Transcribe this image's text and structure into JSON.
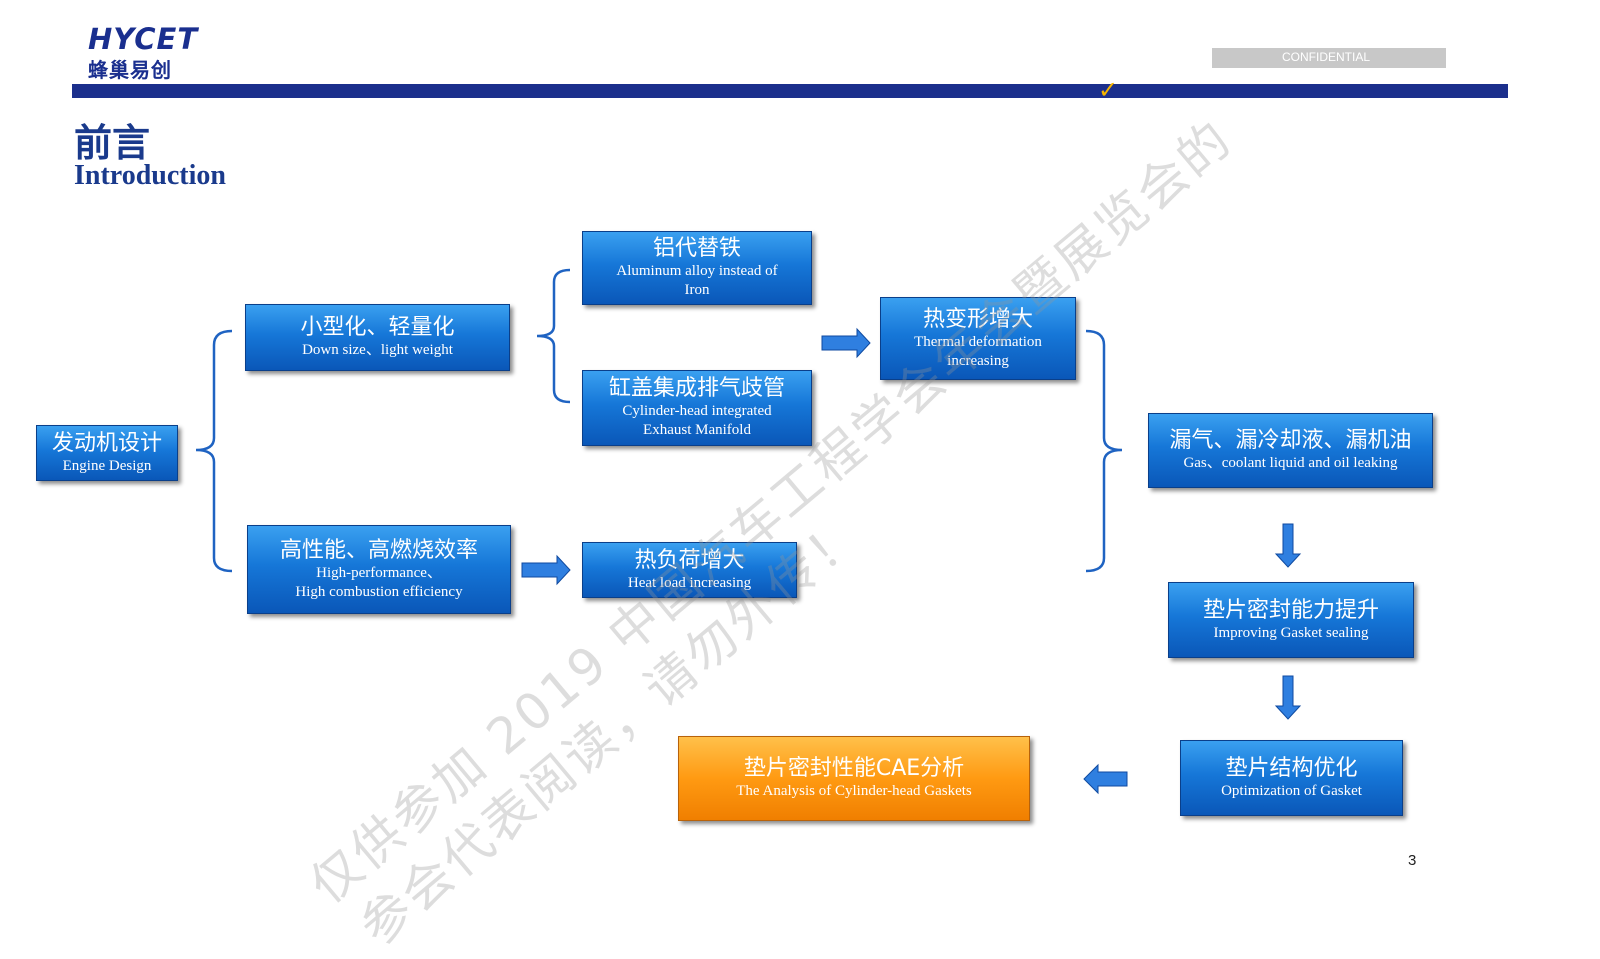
{
  "header": {
    "logo_en": "HYCET",
    "logo_cn": "蜂巢易创",
    "confidential": "CONFIDENTIAL",
    "title_cn": "前言",
    "title_en": "Introduction",
    "page_number": "3"
  },
  "colors": {
    "brand_blue": "#1b2f8c",
    "box_blue": "#1677d8",
    "box_orange": "#ff9a12",
    "connector_blue": "#1f63c2"
  },
  "nodes": {
    "engine": {
      "cn": "发动机设计",
      "en": "Engine Design"
    },
    "downsize": {
      "cn": "小型化、轻量化",
      "en": "Down size、light weight"
    },
    "perf": {
      "cn": "高性能、高燃烧效率",
      "en1": "High-performance、",
      "en2": "High combustion efficiency"
    },
    "aluminum": {
      "cn": "铝代替铁",
      "en1": "Aluminum alloy instead of",
      "en2": "Iron"
    },
    "manifold": {
      "cn": "缸盖集成排气歧管",
      "en1": "Cylinder-head integrated",
      "en2": "Exhaust Manifold"
    },
    "heatload": {
      "cn": "热负荷增大",
      "en": "Heat load increasing"
    },
    "thermal": {
      "cn": "热变形增大",
      "en1": "Thermal deformation",
      "en2": "increasing"
    },
    "leak": {
      "cn": "漏气、漏冷却液、漏机油",
      "en": "Gas、coolant liquid and oil leaking"
    },
    "sealing": {
      "cn": "垫片密封能力提升",
      "en": "Improving Gasket sealing"
    },
    "optimize": {
      "cn": "垫片结构优化",
      "en": "Optimization of Gasket"
    },
    "cae": {
      "cn": "垫片密封性能CAE分析",
      "en": "The Analysis of Cylinder-head Gaskets"
    }
  },
  "watermark": {
    "line1": "仅供参加 2019 中国汽车工程学会年会暨展览会的",
    "line2": "参会代表阅读，请勿外传！"
  }
}
